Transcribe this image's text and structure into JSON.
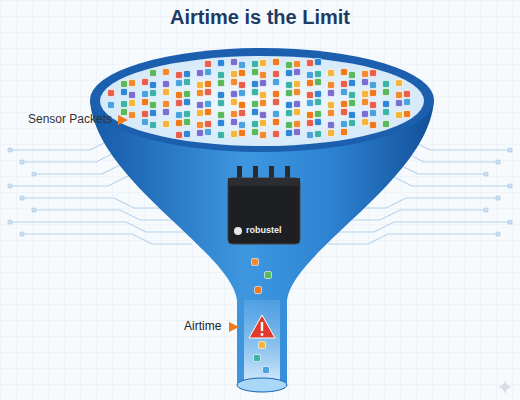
{
  "diagram": {
    "title": "Airtime is the Limit",
    "labels": [
      "Sensor Packets",
      "Airtime",
      "robustel"
    ]
  }
}
